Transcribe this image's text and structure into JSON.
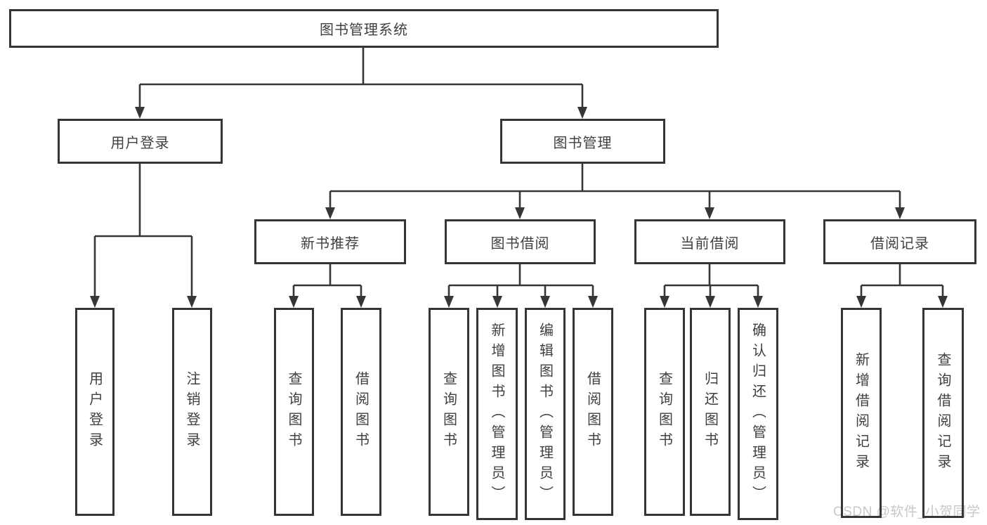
{
  "watermark": {
    "text": "CSDN @软件_小贺同学"
  },
  "colors": {
    "line": "#363636",
    "box_border": "#363636",
    "text": "#404040",
    "watermark": "#c8c8c8",
    "background": "#ffffff"
  },
  "tree": {
    "root": {
      "label": "图书管理系统"
    },
    "children": [
      {
        "label": "用户登录",
        "children": [
          {
            "label": "用户登录"
          },
          {
            "label": "注销登录"
          }
        ]
      },
      {
        "label": "图书管理",
        "children": [
          {
            "label": "新书推荐",
            "children": [
              {
                "label": "查询图书"
              },
              {
                "label": "借阅图书"
              }
            ]
          },
          {
            "label": "图书借阅",
            "children": [
              {
                "label": "查询图书"
              },
              {
                "label": "新增图书（管理员）"
              },
              {
                "label": "编辑图书（管理员）"
              },
              {
                "label": "借阅图书"
              }
            ]
          },
          {
            "label": "当前借阅",
            "children": [
              {
                "label": "查询图书"
              },
              {
                "label": "归还图书"
              },
              {
                "label": "确认归还（管理员）"
              }
            ]
          },
          {
            "label": "借阅记录",
            "children": [
              {
                "label": "新增借阅记录"
              },
              {
                "label": "查询借阅记录"
              }
            ]
          }
        ]
      }
    ]
  }
}
